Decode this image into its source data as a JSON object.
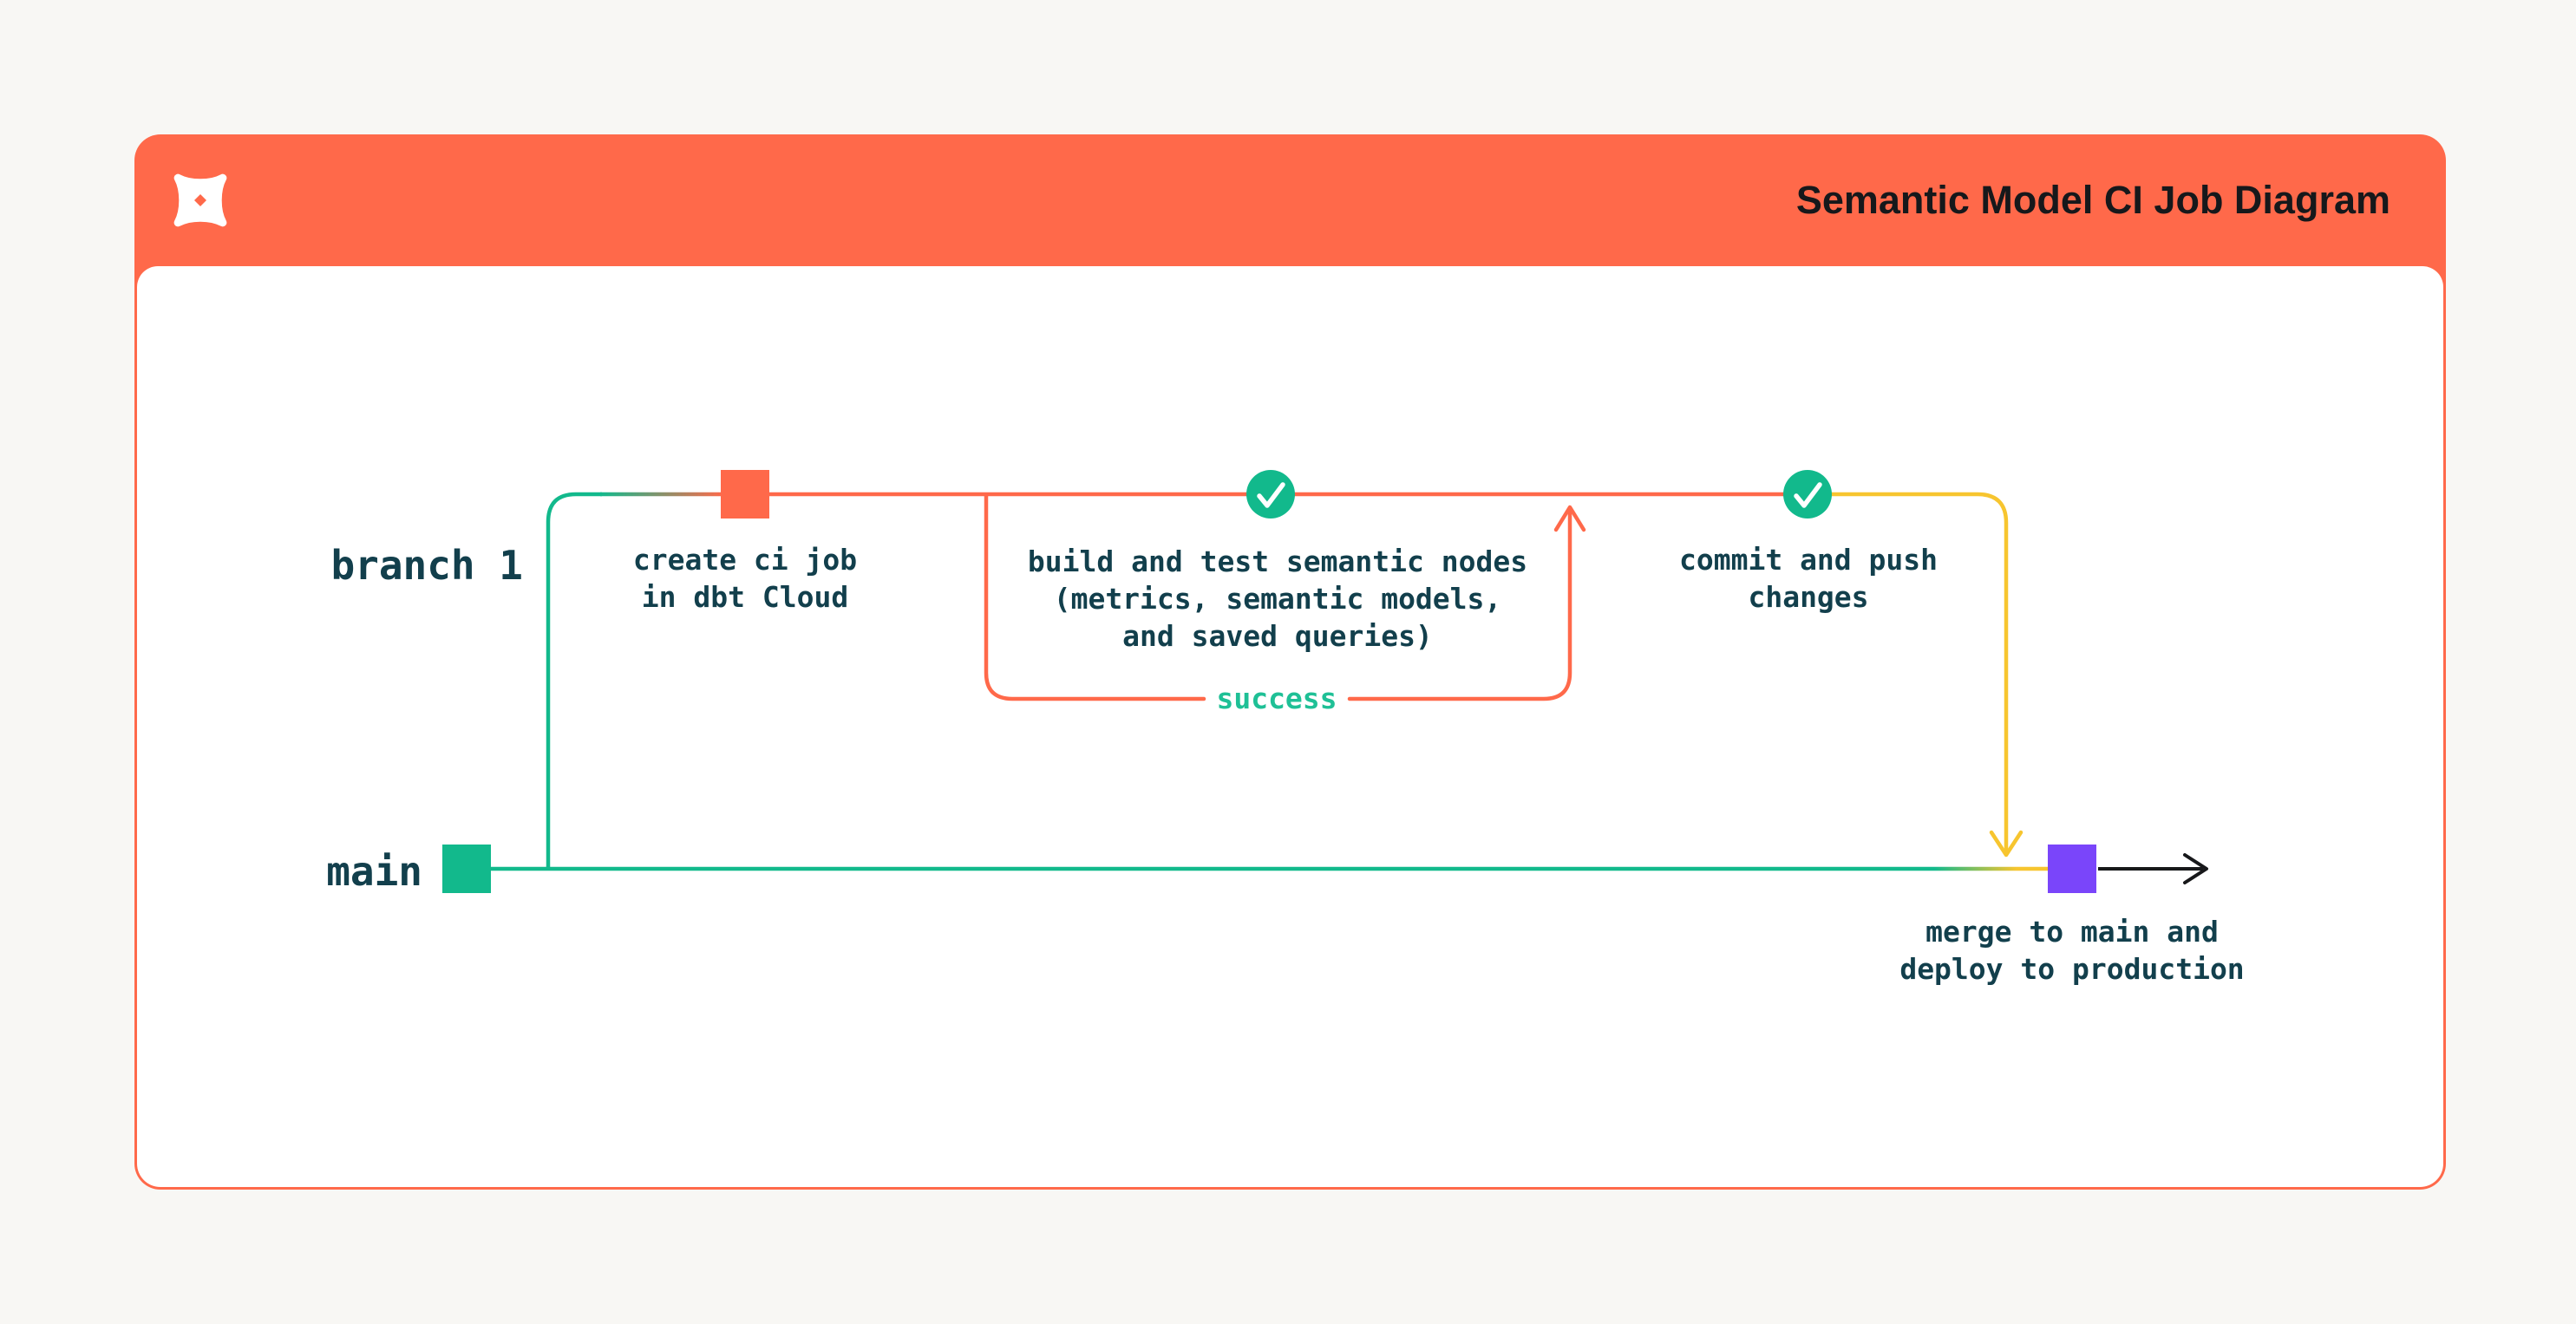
{
  "header": {
    "title": "Semantic Model CI Job Diagram",
    "logo": "dbt-logo",
    "background": "#ff694a",
    "title_color": "#16181b"
  },
  "diagram": {
    "branch_label": "branch 1",
    "main_label": "main",
    "nodes": {
      "create_ci": "create ci job\nin dbt Cloud",
      "build_test": "build and test semantic nodes\n(metrics, semantic models,\nand saved queries)",
      "success": "success",
      "commit_push": "commit and push\nchanges",
      "merge_deploy": "merge to main and\ndeploy to production"
    },
    "colors": {
      "orange": "#ff694a",
      "green": "#12b98c",
      "yellow": "#f7c52f",
      "purple": "#7a45fa",
      "label_teal": "#123f4c",
      "success_green": "#1fc096",
      "arrow_black": "#17181a",
      "check_white": "#ffffff"
    }
  }
}
